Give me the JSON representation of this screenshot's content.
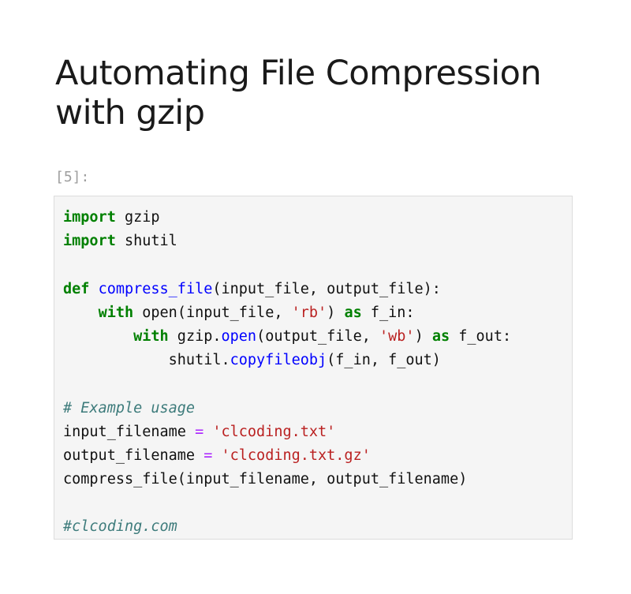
{
  "heading": {
    "line1": "Automating File Compression",
    "line2": "with gzip"
  },
  "cell": {
    "prompt": "[5]:",
    "lines": [
      [
        {
          "t": "import",
          "c": "kw"
        },
        {
          "t": " gzip",
          "c": ""
        }
      ],
      [
        {
          "t": "import",
          "c": "kw"
        },
        {
          "t": " shutil",
          "c": ""
        }
      ],
      [],
      [
        {
          "t": "def",
          "c": "kw"
        },
        {
          "t": " ",
          "c": ""
        },
        {
          "t": "compress_file",
          "c": "fn"
        },
        {
          "t": "(input_file, output_file):",
          "c": ""
        }
      ],
      [
        {
          "t": "    ",
          "c": ""
        },
        {
          "t": "with",
          "c": "kw"
        },
        {
          "t": " open(input_file, ",
          "c": ""
        },
        {
          "t": "'rb'",
          "c": "str"
        },
        {
          "t": ") ",
          "c": ""
        },
        {
          "t": "as",
          "c": "kw"
        },
        {
          "t": " f_in:",
          "c": ""
        }
      ],
      [
        {
          "t": "        ",
          "c": ""
        },
        {
          "t": "with",
          "c": "kw"
        },
        {
          "t": " gzip.",
          "c": ""
        },
        {
          "t": "open",
          "c": "fn"
        },
        {
          "t": "(output_file, ",
          "c": ""
        },
        {
          "t": "'wb'",
          "c": "str"
        },
        {
          "t": ") ",
          "c": ""
        },
        {
          "t": "as",
          "c": "kw"
        },
        {
          "t": " f_out:",
          "c": ""
        }
      ],
      [
        {
          "t": "            shutil.",
          "c": ""
        },
        {
          "t": "copyfileobj",
          "c": "fn"
        },
        {
          "t": "(f_in, f_out)",
          "c": ""
        }
      ],
      [],
      [
        {
          "t": "# Example usage",
          "c": "cm"
        }
      ],
      [
        {
          "t": "input_filename ",
          "c": ""
        },
        {
          "t": "=",
          "c": "op"
        },
        {
          "t": " ",
          "c": ""
        },
        {
          "t": "'clcoding.txt'",
          "c": "str"
        }
      ],
      [
        {
          "t": "output_filename ",
          "c": ""
        },
        {
          "t": "=",
          "c": "op"
        },
        {
          "t": " ",
          "c": ""
        },
        {
          "t": "'clcoding.txt.gz'",
          "c": "str"
        }
      ],
      [
        {
          "t": "compress_file(input_filename, output_filename)",
          "c": ""
        }
      ],
      [],
      [
        {
          "t": "#clcoding.com",
          "c": "cm"
        }
      ]
    ]
  }
}
